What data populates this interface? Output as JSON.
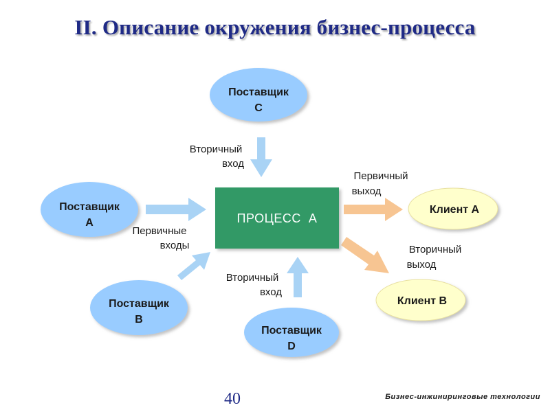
{
  "title": "II. Описание окружения бизнес-процесса",
  "colors": {
    "title": "#1f2a86",
    "supplier_fill": "#99ccff",
    "client_fill": "#ffffcc",
    "process_fill": "#339966",
    "input_arrow": "#a9d3f5",
    "output_arrow": "#f7c592"
  },
  "nodes": {
    "supplier_c": {
      "line1": "Поставщик",
      "line2": "С"
    },
    "supplier_a": {
      "line1": "Поставщик",
      "line2": "А"
    },
    "supplier_b": {
      "line1": "Поставщик",
      "line2": "В"
    },
    "supplier_d": {
      "line1": "Поставщик",
      "line2": "D"
    },
    "process_a": {
      "label": "ПРОЦЕСС  А"
    },
    "client_a": {
      "label": "Клиент А"
    },
    "client_b": {
      "label": "Клиент В"
    }
  },
  "labels": {
    "secondary_input_top": {
      "line1": "Вторичный",
      "line2": "вход"
    },
    "primary_inputs": {
      "line1": "Первичные",
      "line2": "входы"
    },
    "secondary_input_bottom": {
      "line1": "Вторичный",
      "line2": "вход"
    },
    "primary_output": {
      "line1": "Первичный",
      "line2": "выход"
    },
    "secondary_output": {
      "line1": "Вторичный",
      "line2": "выход"
    }
  },
  "page_number": "40",
  "footer": "Бизнес-инжиниринговые технологии"
}
